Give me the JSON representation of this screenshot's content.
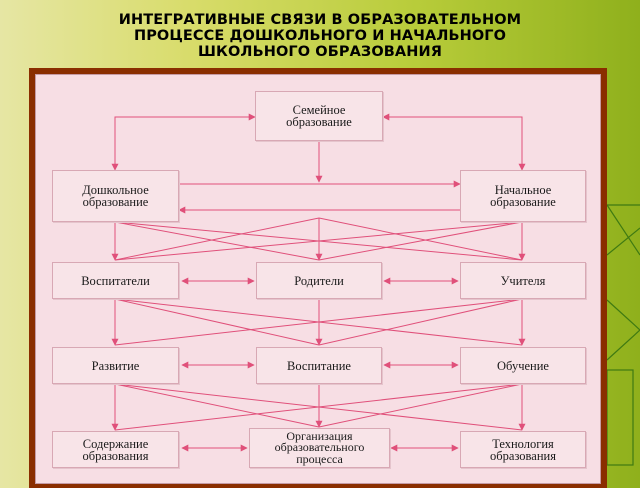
{
  "slide": {
    "title_lines": [
      "ИНТЕГРАТИВНЫЕ СВЯЗИ В ОБРАЗОВАТЕЛЬНОМ",
      "ПРОЦЕССЕ ДОШКОЛЬНОГО И НАЧАЛЬНОГО",
      "ШКОЛЬНОГО ОБРАЗОВАНИЯ"
    ],
    "colors": {
      "background": "#c8d44a",
      "frame": "#8a2e00",
      "panel": "#f7dee4",
      "arrow": "#e0507a"
    }
  },
  "diagram": {
    "nodes": {
      "family": "Семейное\nобразование",
      "preschool": "Дошкольное\nобразование",
      "primary": "Начальное\nобразование",
      "educators": "Воспитатели",
      "parents": "Родители",
      "teachers": "Учителя",
      "development": "Развитие",
      "upbringing": "Воспитание",
      "learning": "Обучение",
      "content": "Содержание\nобразования",
      "organization": "Организация\nобразовательного\nпроцесса",
      "technology": "Технология\nобразования"
    }
  }
}
